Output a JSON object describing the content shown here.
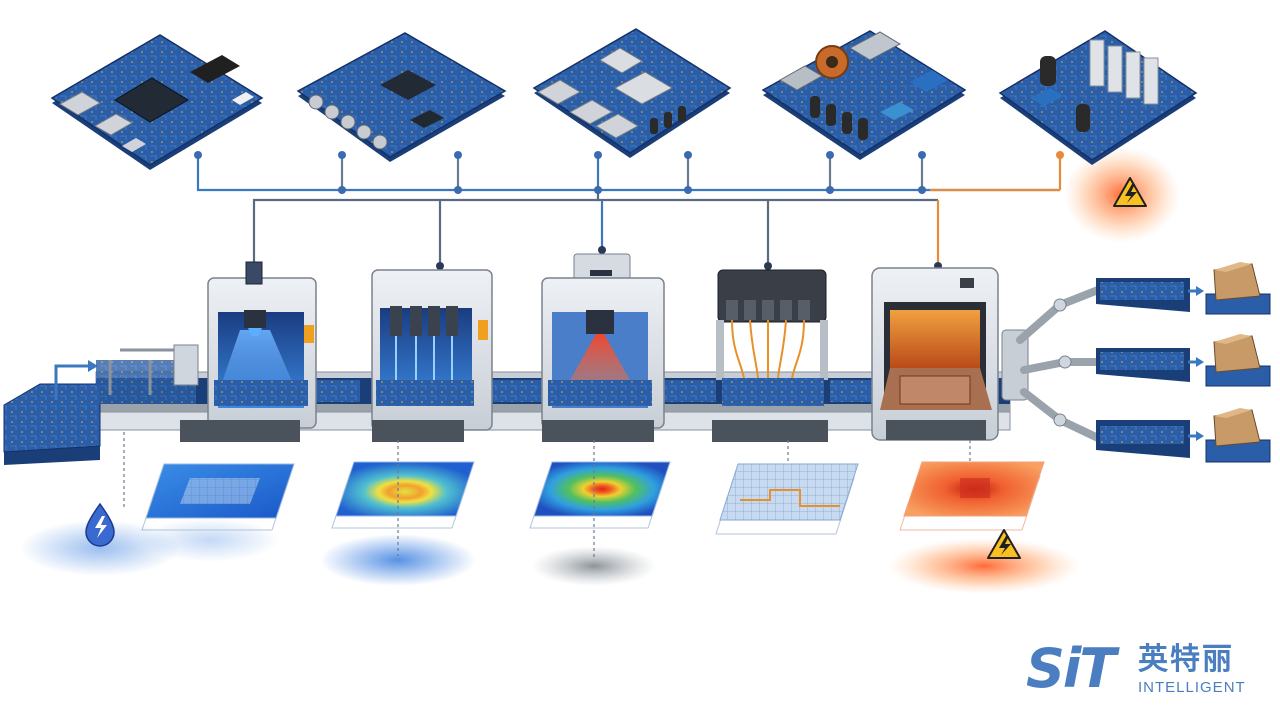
{
  "diagram": {
    "boards": [
      {
        "id": "board-1",
        "kind": "mcu"
      },
      {
        "id": "board-2",
        "kind": "av-io"
      },
      {
        "id": "board-3",
        "kind": "network"
      },
      {
        "id": "board-4",
        "kind": "power"
      },
      {
        "id": "board-5",
        "kind": "power-hv",
        "alert": true
      }
    ],
    "stations": [
      {
        "id": "station-1",
        "kind": "camera-inspection",
        "beam": "blue"
      },
      {
        "id": "station-2",
        "kind": "multi-probe",
        "beam": "blue"
      },
      {
        "id": "station-3",
        "kind": "camera-scan",
        "beam": "red"
      },
      {
        "id": "station-4",
        "kind": "flying-probe",
        "beam": "orange"
      },
      {
        "id": "station-5",
        "kind": "thermal-oven",
        "beam": "orange",
        "alert": true
      }
    ],
    "heatmaps": [
      {
        "id": "map-1",
        "style": "blue"
      },
      {
        "id": "map-2",
        "style": "ring"
      },
      {
        "id": "map-3",
        "style": "hotspot"
      },
      {
        "id": "map-4",
        "style": "grid"
      },
      {
        "id": "map-5",
        "style": "orange",
        "alert": true
      }
    ],
    "output_lanes": 3,
    "icons": [
      "lightning-drop-icon",
      "warning-icon",
      "arrow-right-icon"
    ],
    "colors": {
      "pcb": "#2a5ea8",
      "pcb_dark": "#1a3f78",
      "line_blue": "#3a78c0",
      "line_orange": "#e88a3a",
      "alert": "#f0a020",
      "machine": "#d8dde4",
      "box": "#c89a68"
    }
  },
  "logo": {
    "mark": "SiT",
    "name_cn": "英特丽",
    "name_en": "INTELLIGENT",
    "color": "#4a7ec0"
  }
}
